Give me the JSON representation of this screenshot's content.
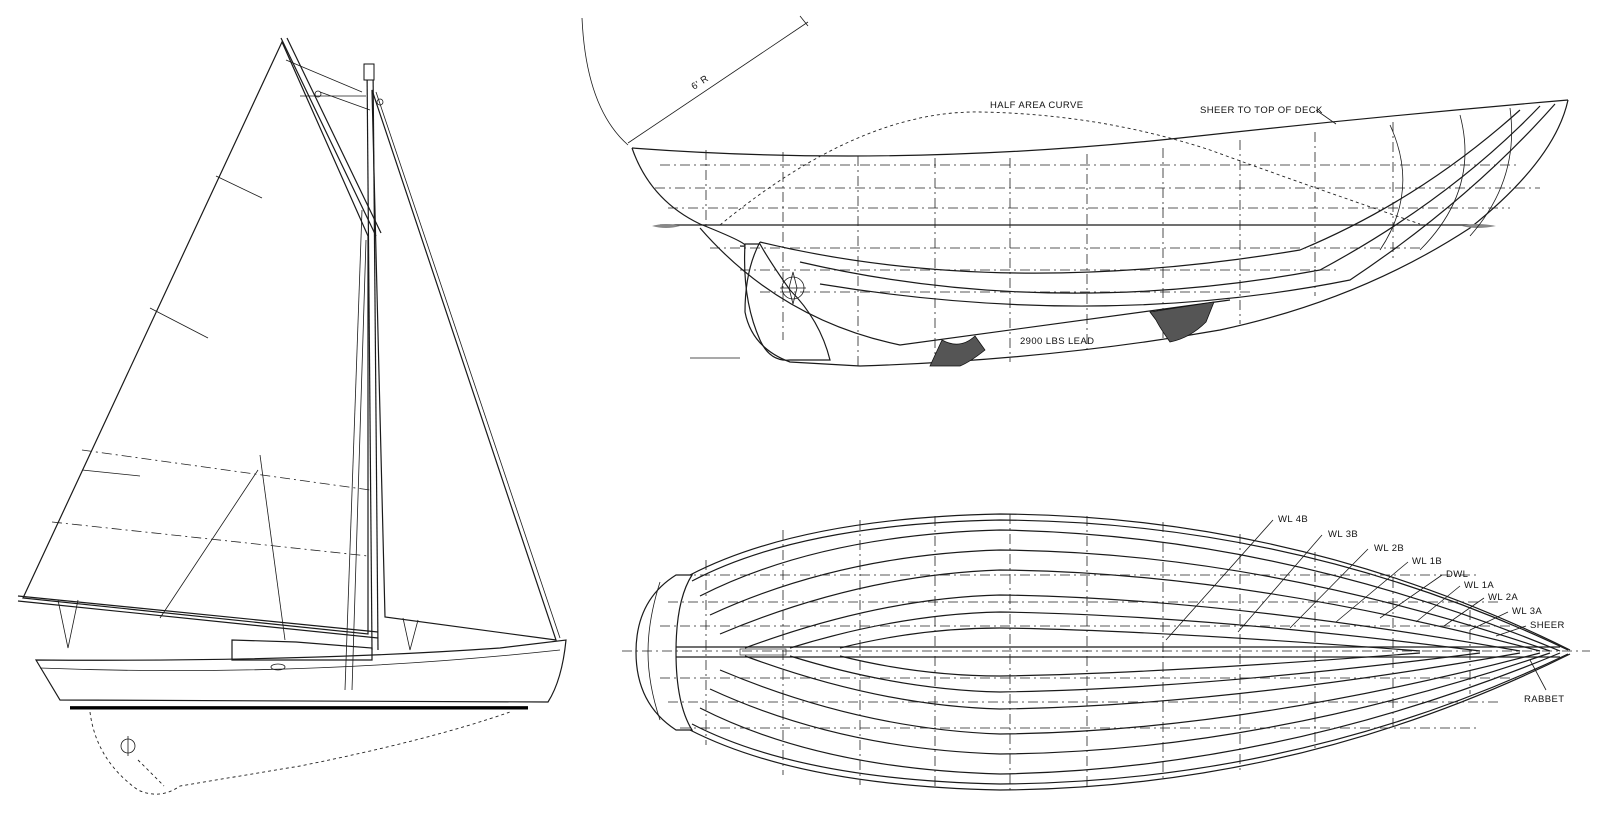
{
  "profile": {
    "annotations": {
      "radius": "6' R",
      "half_area_curve": "HALF AREA CURVE",
      "sheer": "SHEER TO TOP OF DECK",
      "lead": "2900 LBS LEAD"
    }
  },
  "plan": {
    "waterline_labels": [
      "WL 4B",
      "WL 3B",
      "WL 2B",
      "WL 1B",
      "DWL",
      "WL 1A",
      "WL 2A",
      "WL 3A",
      "SHEER"
    ],
    "rabbet": "RABBET"
  }
}
